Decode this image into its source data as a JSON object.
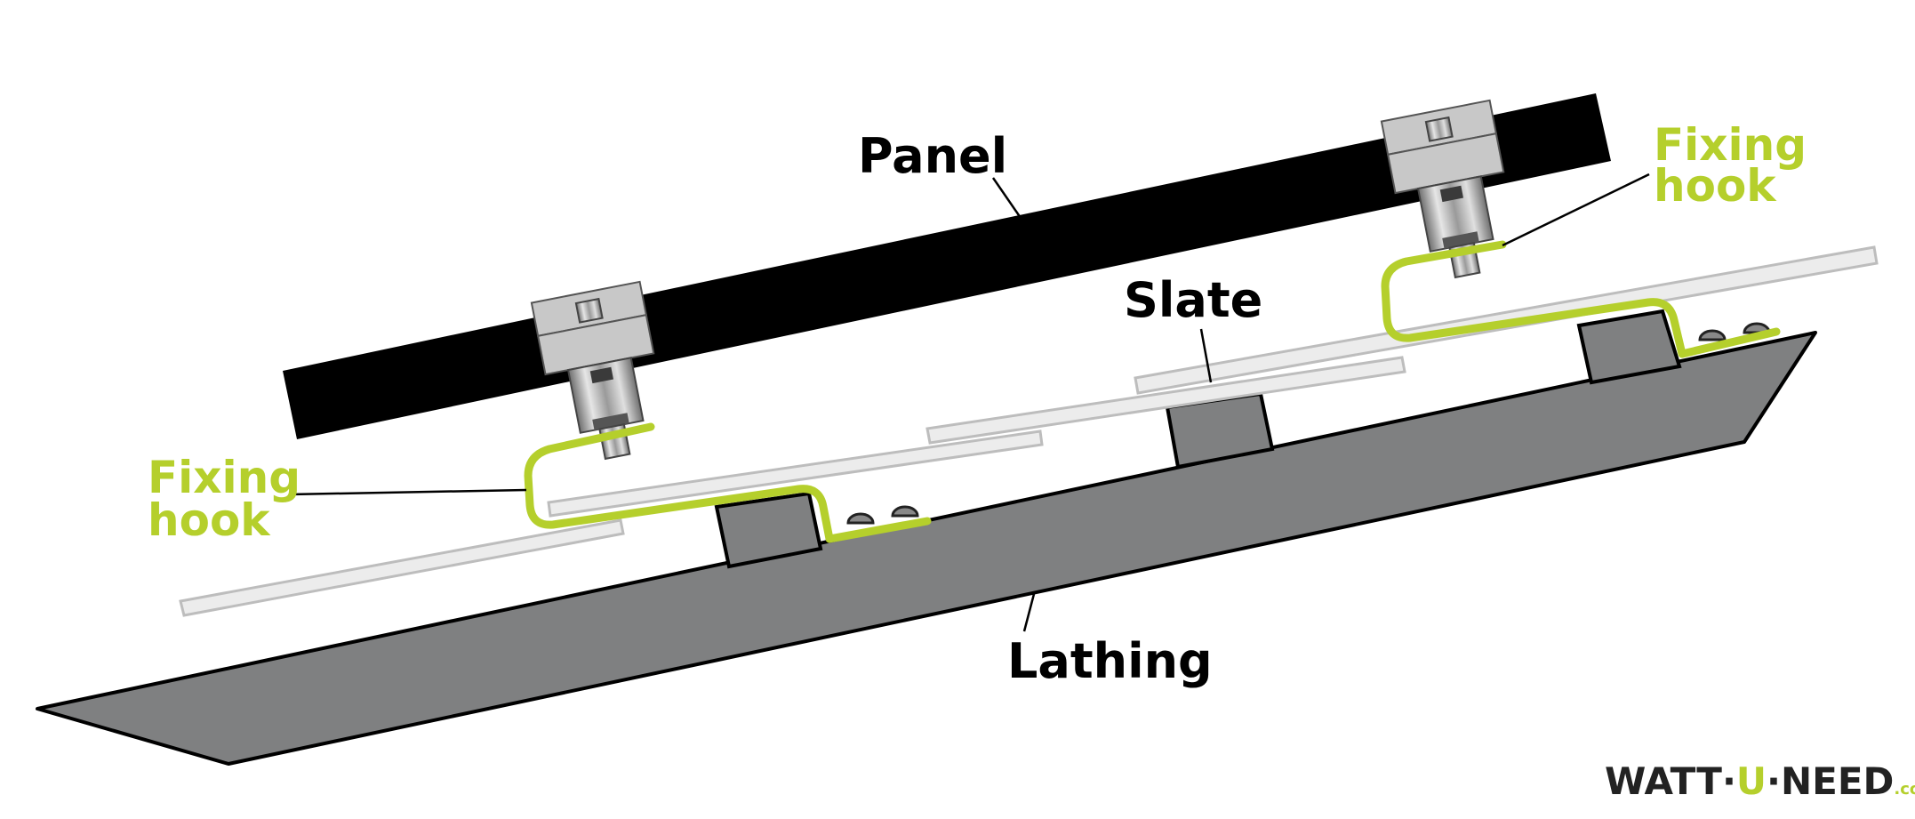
{
  "labels": {
    "panel": "Panel",
    "slate": "Slate",
    "lathing": "Lathing",
    "fixing_hook_left": [
      "Fixing",
      "hook"
    ],
    "fixing_hook_right": [
      "Fixing",
      "hook"
    ]
  },
  "logo": {
    "part_watt": "WATT",
    "dot1": "·",
    "part_u": "U",
    "dot2": "·",
    "part_need": "NEED",
    "suffix": ".com"
  },
  "colors": {
    "accent_green": "#b5cf2c",
    "panel": "#000000",
    "lathing": "#7f8081",
    "slate_fill": "#ececec",
    "slate_stroke": "#bdbdbd",
    "clamp": "#c8c8c8"
  }
}
